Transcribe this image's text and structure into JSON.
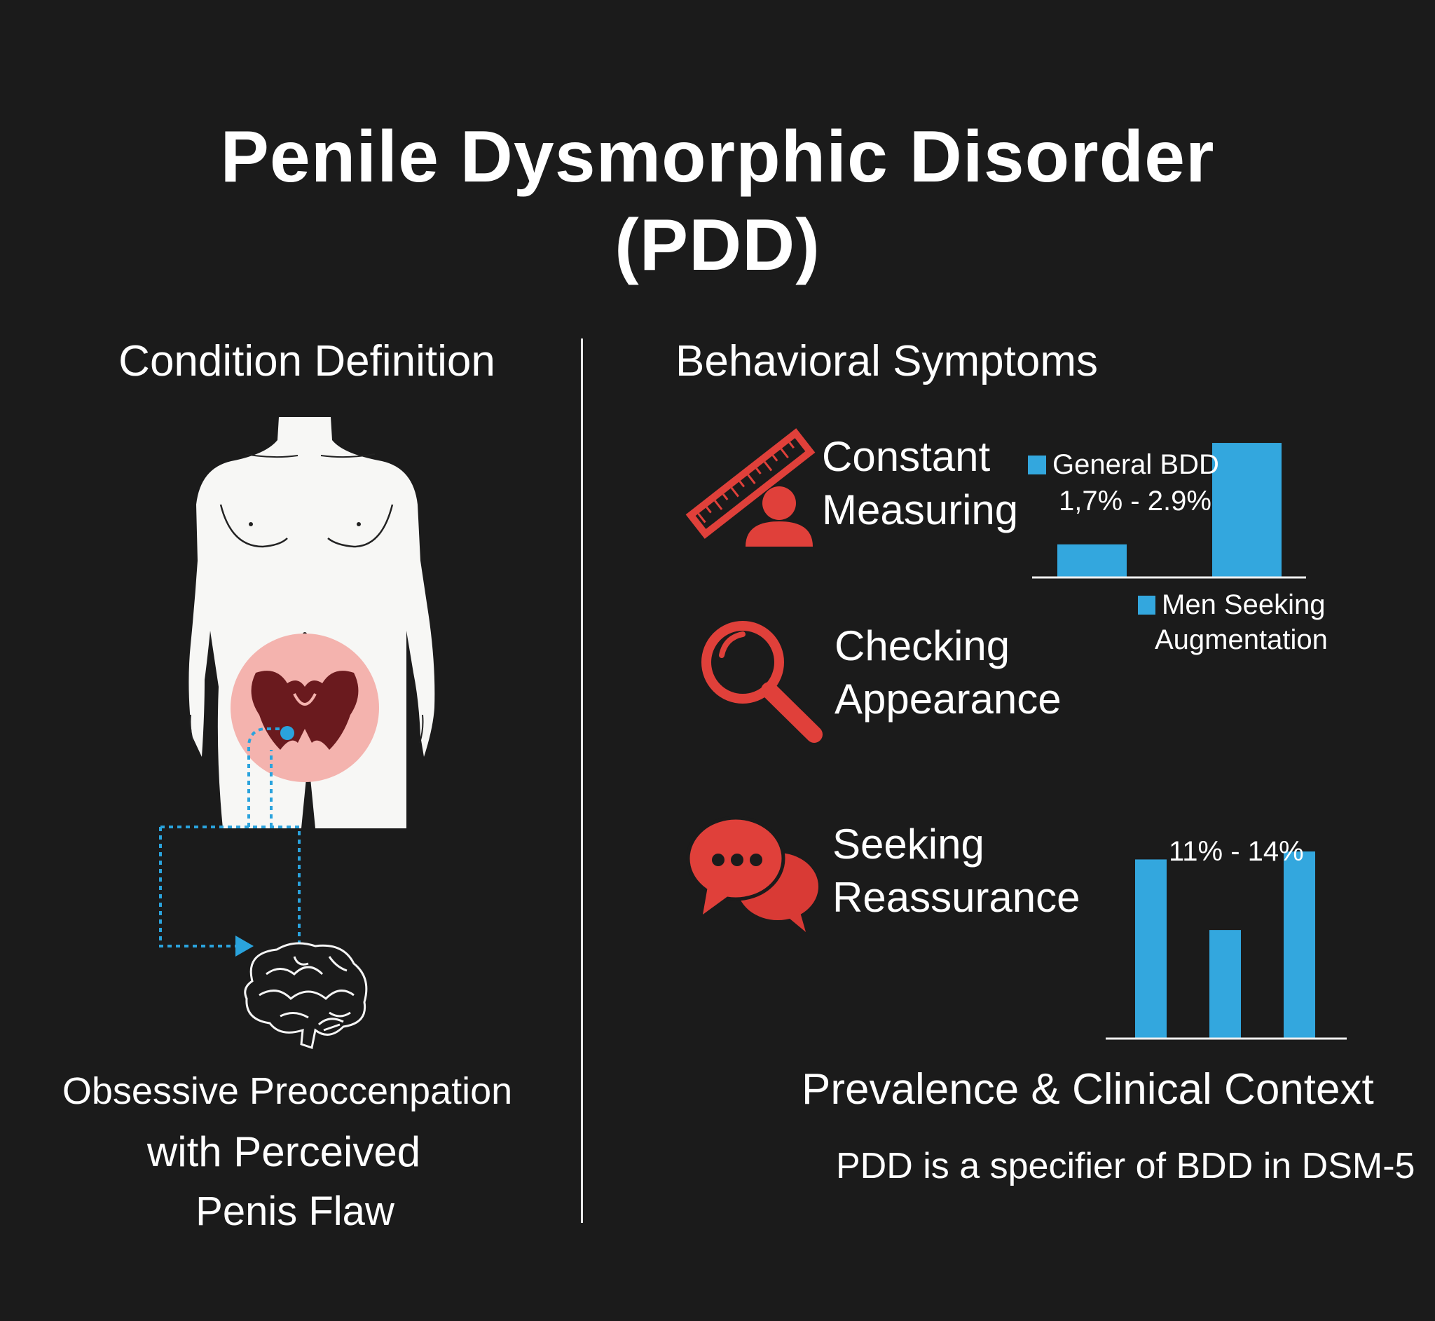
{
  "title": {
    "line1": "Penile Dysmorphic Disorder",
    "line2": "(PDD)"
  },
  "left": {
    "heading": "Condition Definition",
    "caption": [
      "Obsessive Preoccenpation",
      "with Perceived",
      "Penis Flaw"
    ],
    "icons": [
      "male-torso-icon",
      "pelvis-icon",
      "brain-icon",
      "dotted-arrow-icon"
    ]
  },
  "right": {
    "heading": "Behavioral Symptoms",
    "symptoms": [
      {
        "icon": "ruler-person-icon",
        "lines": [
          "Constant",
          "Measuring"
        ]
      },
      {
        "icon": "magnifier-icon",
        "lines": [
          "Checking",
          "Appearance"
        ]
      },
      {
        "icon": "speech-bubbles-icon",
        "lines": [
          "Seeking",
          "Reassurance"
        ]
      }
    ],
    "context_heading": "Prevalence & Clinical Context",
    "context_text": "PDD is a specifier of BDD in DSM-5"
  },
  "colors": {
    "background": "#1b1b1b",
    "accent_red": "#e0403a",
    "bar_blue": "#33a7de",
    "text": "#ffffff",
    "highlight_pink": "#f6b9b5"
  },
  "chart_data": [
    {
      "type": "bar",
      "categories": [
        "General BDD",
        "Men Seeking Augmentation"
      ],
      "legend": [
        {
          "label": "General BDD",
          "value_label": "1,7% - 2.9%"
        },
        {
          "label_lines": [
            "Men Seeking",
            "Augmentation"
          ]
        }
      ],
      "values": [
        2.3,
        9.5
      ],
      "grid": false
    },
    {
      "type": "bar",
      "categories": [
        "",
        "",
        ""
      ],
      "annotation": "11% - 14%",
      "values": [
        13.4,
        8.1,
        14
      ],
      "grid": false
    }
  ]
}
